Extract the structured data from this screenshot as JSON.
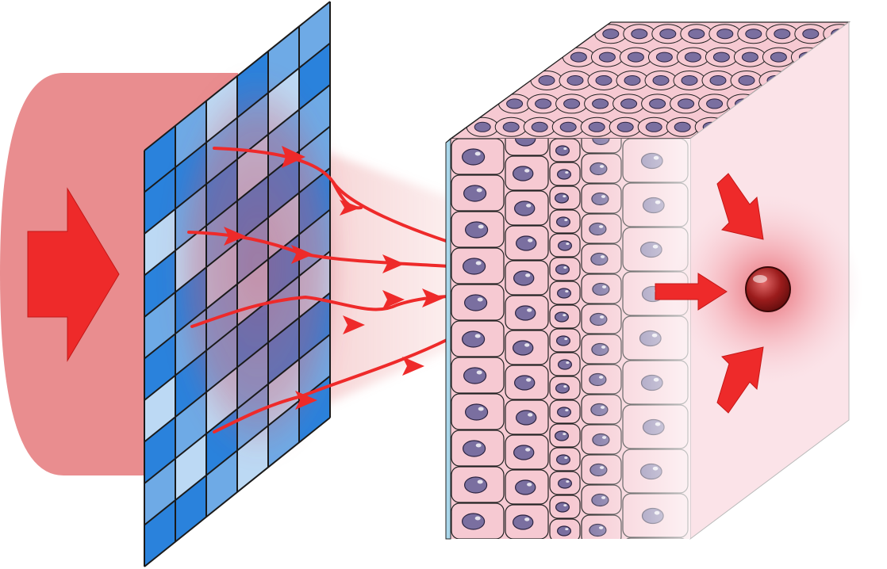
{
  "figure": {
    "labels": []
  },
  "colors": {
    "beam_fill": "#e98d8f",
    "arrow_red": "#ee2a2a",
    "modulator_blue_dark": "#2a82dc",
    "modulator_blue_mid": "#6eaae6",
    "modulator_blue_light": "#bcd9f4",
    "grid_line": "#1a1a1a",
    "cell_fill": "#f6c9d2",
    "cell_stroke": "#222222",
    "nucleus_fill": "#7a6fa0",
    "surface_layer": "#a9d6ea",
    "focus_spot": "#9b1c1c"
  },
  "elements": {
    "incident_beam": "light-beam",
    "input_arrow": "arrow-right-icon",
    "modulator": "spatial-light-modulator-grid",
    "scattered_paths": "curved-arrow-icon",
    "tissue": "tissue-block-cells",
    "focus": "focal-point"
  }
}
